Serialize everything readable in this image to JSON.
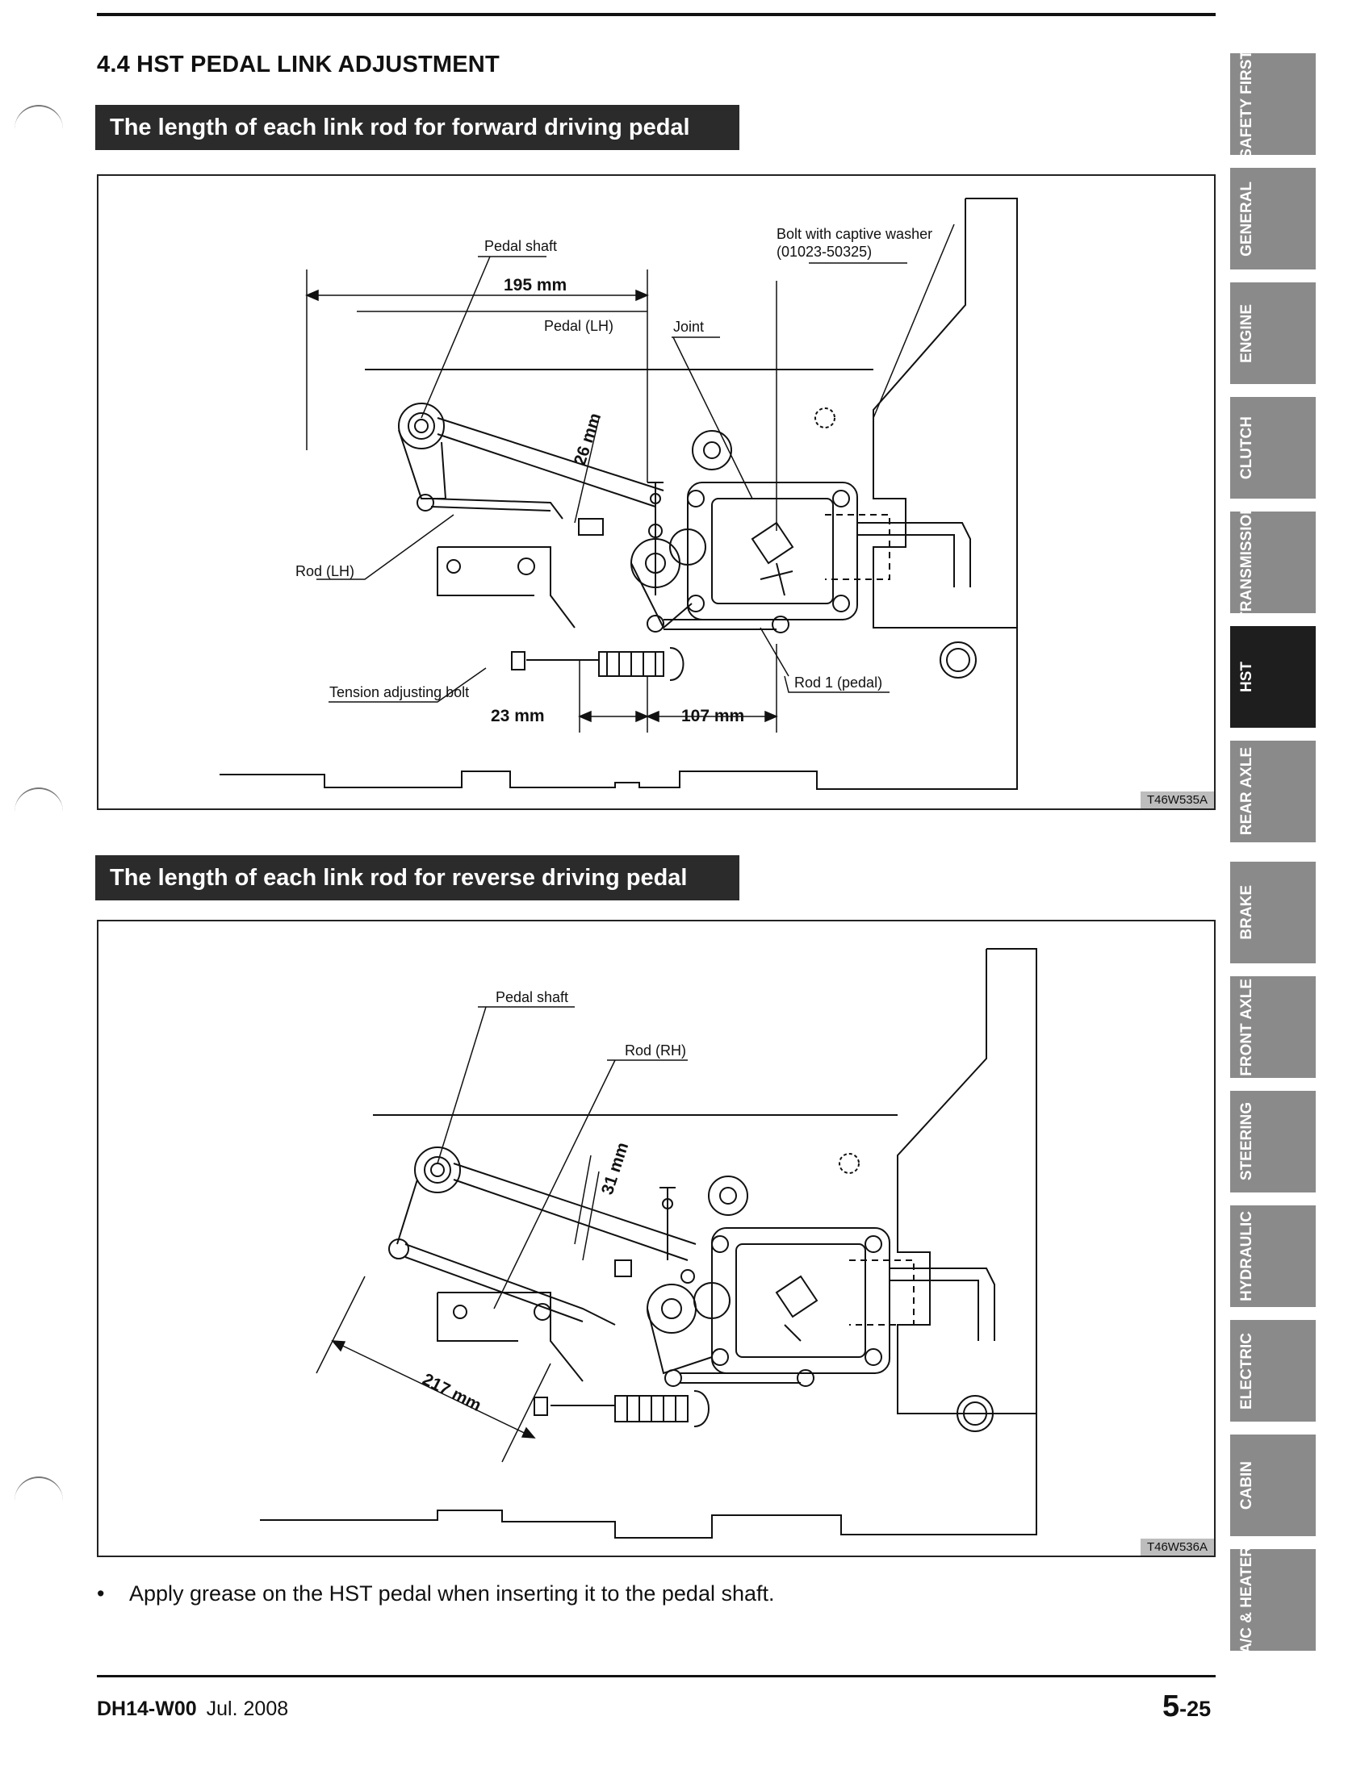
{
  "page": {
    "section_title": "4.4  HST PEDAL LINK ADJUSTMENT",
    "forward_banner": "The length of each link rod for forward driving pedal",
    "reverse_banner": "The length of each link rod for reverse driving pedal",
    "note_bullet": "•",
    "note": "Apply grease on the HST pedal when inserting it to the pedal shaft.",
    "footer_doc": "DH14-W00",
    "footer_date": "Jul. 2008",
    "page_number_major": "5",
    "page_number_minor": "-25"
  },
  "figure_forward": {
    "code": "T46W535A",
    "labels": {
      "pedal_shaft": "Pedal shaft",
      "pedal_lh": "Pedal (LH)",
      "joint": "Joint",
      "bolt_line1": "Bolt with captive washer",
      "bolt_line2": "(01023-50325)",
      "rod_lh": "Rod (LH)",
      "tension_bolt": "Tension adjusting bolt",
      "rod1": "Rod 1 (pedal)"
    },
    "dimensions": {
      "d195": "195 mm",
      "d26": "26 mm",
      "d23": "23 mm",
      "d107": "107 mm"
    }
  },
  "figure_reverse": {
    "code": "T46W536A",
    "labels": {
      "pedal_shaft": "Pedal shaft",
      "rod_rh": "Rod (RH)"
    },
    "dimensions": {
      "d31": "31 mm",
      "d217": "217 mm"
    }
  },
  "side_tabs": [
    {
      "label": "SAFETY FIRST",
      "active": false
    },
    {
      "label": "GENERAL",
      "active": false
    },
    {
      "label": "ENGINE",
      "active": false
    },
    {
      "label": "CLUTCH",
      "active": false
    },
    {
      "label": "TRANSMISSION",
      "active": false
    },
    {
      "label": "HST",
      "active": true
    },
    {
      "label": "REAR AXLE",
      "active": false
    },
    {
      "label": "BRAKE",
      "active": false
    },
    {
      "label": "FRONT AXLE",
      "active": false
    },
    {
      "label": "STEERING",
      "active": false
    },
    {
      "label": "HYDRAULIC",
      "active": false
    },
    {
      "label": "ELECTRIC",
      "active": false
    },
    {
      "label": "CABIN",
      "active": false
    },
    {
      "label": "A/C & HEATER",
      "active": false
    }
  ],
  "colors": {
    "tab_inactive": "#8a8a8a",
    "tab_active": "#1e1e1e",
    "banner": "#2b2b2b"
  }
}
